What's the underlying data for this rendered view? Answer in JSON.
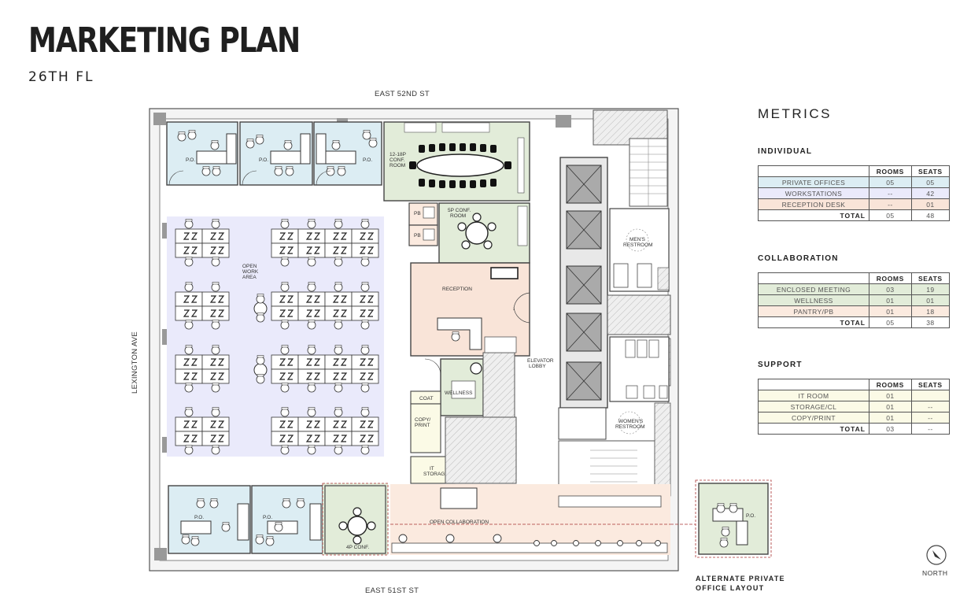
{
  "header": {
    "title": "MARKETING PLAN",
    "subtitle": "26TH FL"
  },
  "streets": {
    "north": "EAST 52ND ST",
    "south": "EAST 51ST ST",
    "west": "LEXINGTON AVE"
  },
  "rooms": {
    "private_office": "P.O.",
    "conf_12": [
      "12-18P",
      "CONF.",
      "ROOM"
    ],
    "conf_5": [
      "5P CONF.",
      "ROOM"
    ],
    "phone_booth": "PB",
    "open_work": [
      "OPEN",
      "WORK",
      "AREA"
    ],
    "reception": "RECEPTION",
    "wellness": "WELLNESS",
    "coat": "COAT",
    "copy_print": [
      "COPY/",
      "PRINT"
    ],
    "it_storage": [
      "IT",
      "STORAGE"
    ],
    "elevator_lobby": [
      "ELEVATOR",
      "LOBBY"
    ],
    "mens_restroom": [
      "MEN'S",
      "RESTROOM"
    ],
    "womens_restroom": [
      "WOMEN'S",
      "RESTROOM"
    ],
    "conf_4": "4P CONF.",
    "open_collab": "OPEN COLLABORATION"
  },
  "colors": {
    "private_office": "#dcedf3",
    "enclosed_meeting": "#e2ecd9",
    "open_work": "#eaeafb",
    "reception": "#f9e4d8",
    "pantry": "#fbeadf",
    "support": "#fbfae6"
  },
  "metrics": {
    "title": "METRICS",
    "col_rooms": "ROOMS",
    "col_seats": "SEATS",
    "individual": {
      "title": "INDIVIDUAL",
      "rows": [
        {
          "label": "PRIVATE OFFICES",
          "rooms": "05",
          "seats": "05"
        },
        {
          "label": "WORKSTATIONS",
          "rooms": "--",
          "seats": "42"
        },
        {
          "label": "RECEPTION DESK",
          "rooms": "--",
          "seats": "01"
        }
      ],
      "total": {
        "label": "TOTAL",
        "rooms": "05",
        "seats": "48"
      }
    },
    "collaboration": {
      "title": "COLLABORATION",
      "rows": [
        {
          "label": "ENCLOSED MEETING",
          "rooms": "03",
          "seats": "19"
        },
        {
          "label": "WELLNESS",
          "rooms": "01",
          "seats": "01"
        },
        {
          "label": "PANTRY/PB",
          "rooms": "01",
          "seats": "18"
        }
      ],
      "total": {
        "label": "TOTAL",
        "rooms": "05",
        "seats": "38"
      }
    },
    "support": {
      "title": "SUPPORT",
      "rows": [
        {
          "label": "IT ROOM",
          "rooms": "01",
          "seats": ""
        },
        {
          "label": "STORAGE/CL",
          "rooms": "01",
          "seats": "--"
        },
        {
          "label": "COPY/PRINT",
          "rooms": "01",
          "seats": "--"
        }
      ],
      "total": {
        "label": "TOTAL",
        "rooms": "03",
        "seats": "--"
      }
    }
  },
  "alternate_layout": {
    "line1": "ALTERNATE PRIVATE",
    "line2": "OFFICE LAYOUT"
  },
  "north": {
    "label": "NORTH",
    "icon": "north-arrow-icon"
  }
}
